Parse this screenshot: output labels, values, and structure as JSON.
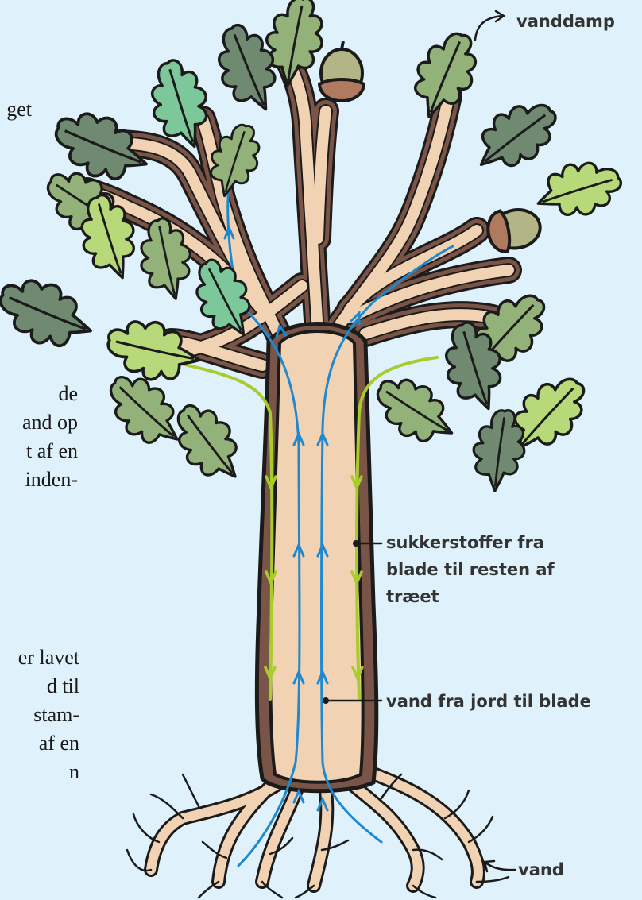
{
  "left_text": {
    "block1": [
      "get"
    ],
    "block2": [
      "de",
      "and op",
      "t af en",
      "inden-"
    ],
    "block3": [
      "er lavet",
      "d til",
      "stam-",
      "af en",
      "n"
    ]
  },
  "labels": {
    "vapor": "vanddamp",
    "sugar": [
      "sukkerstoffer fra",
      "blade til resten af",
      "træet"
    ],
    "water_up": "vand fra jord til blade",
    "water_in": "vand"
  },
  "colors": {
    "background": "#dff1fb",
    "trunk": "#f1d3b4",
    "bark": "#7a5446",
    "water_flow": "#1e88d0",
    "sugar_flow": "#a8cc2c",
    "leaf_dark": "#6f8a70",
    "leaf_mid": "#92b27a",
    "leaf_light": "#b7d97a",
    "leaf_teal": "#7cc89a",
    "acorn_cap": "#b07a5e",
    "acorn_nut": "#b2b585"
  }
}
